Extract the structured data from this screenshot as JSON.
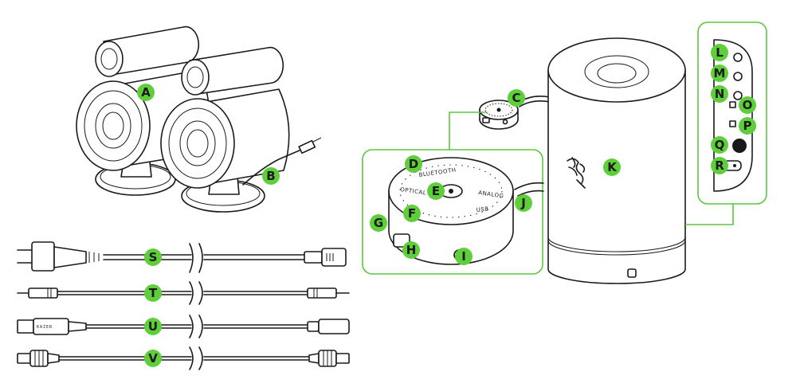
{
  "hub_labels": {
    "bluetooth": "BLUETOOTH",
    "optical": "OPTICAL",
    "analog": "ANALOG",
    "usb": "USB"
  },
  "cable_text": {
    "usb_brand": "RAZER"
  },
  "markers": [
    {
      "id": "A",
      "label": "A"
    },
    {
      "id": "B",
      "label": "B"
    },
    {
      "id": "C",
      "label": "C"
    },
    {
      "id": "D",
      "label": "D"
    },
    {
      "id": "E",
      "label": "E"
    },
    {
      "id": "F",
      "label": "F"
    },
    {
      "id": "G",
      "label": "G"
    },
    {
      "id": "H",
      "label": "H"
    },
    {
      "id": "I",
      "label": "I"
    },
    {
      "id": "J",
      "label": "J"
    },
    {
      "id": "K",
      "label": "K"
    },
    {
      "id": "L",
      "label": "L"
    },
    {
      "id": "M",
      "label": "M"
    },
    {
      "id": "N",
      "label": "N"
    },
    {
      "id": "O",
      "label": "O"
    },
    {
      "id": "P",
      "label": "P"
    },
    {
      "id": "Q",
      "label": "Q"
    },
    {
      "id": "R",
      "label": "R"
    },
    {
      "id": "S",
      "label": "S"
    },
    {
      "id": "T",
      "label": "T"
    },
    {
      "id": "U",
      "label": "U"
    },
    {
      "id": "V",
      "label": "V"
    }
  ],
  "colors": {
    "marker_fill": "#5fce3b",
    "callout_stroke": "#5cc642",
    "line_art": "#1a1a1a"
  }
}
